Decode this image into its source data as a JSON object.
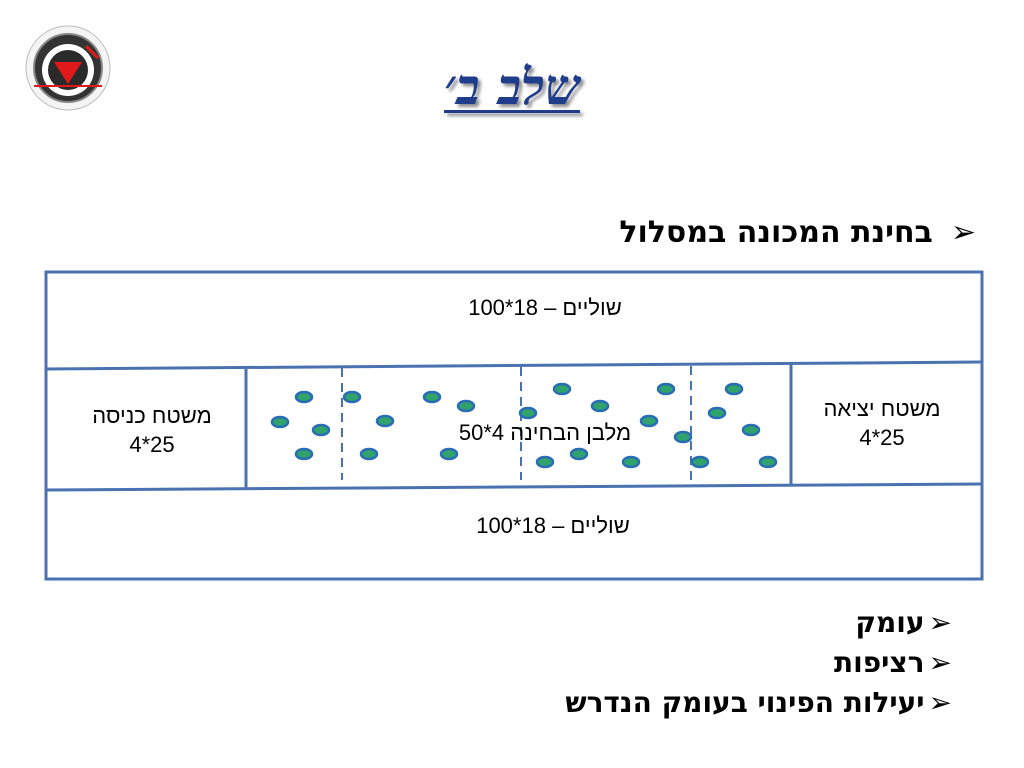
{
  "title": "שלב ב׳",
  "main_bullet": "בחינת המכונה במסלול",
  "diagram": {
    "top_shoulder": "שוליים – 18*100",
    "bottom_shoulder": "שוליים – 18*100",
    "entry_area": {
      "name": "משטח כניסה",
      "size": "25*4"
    },
    "exit_area": {
      "name": "משטח יציאה",
      "size": "25*4"
    },
    "test_lane": "מלבן הבחינה 4*50"
  },
  "bullets": [
    "עומק",
    "רציפות",
    "יעילות הפינוי בעומק הנדרש"
  ],
  "colors": {
    "frame": "#4a72b0",
    "title": "#1f3d8a",
    "mine_fill": "#2fa36b",
    "mine_stroke": "#2a6db5",
    "logo_red": "#e01a1a"
  }
}
